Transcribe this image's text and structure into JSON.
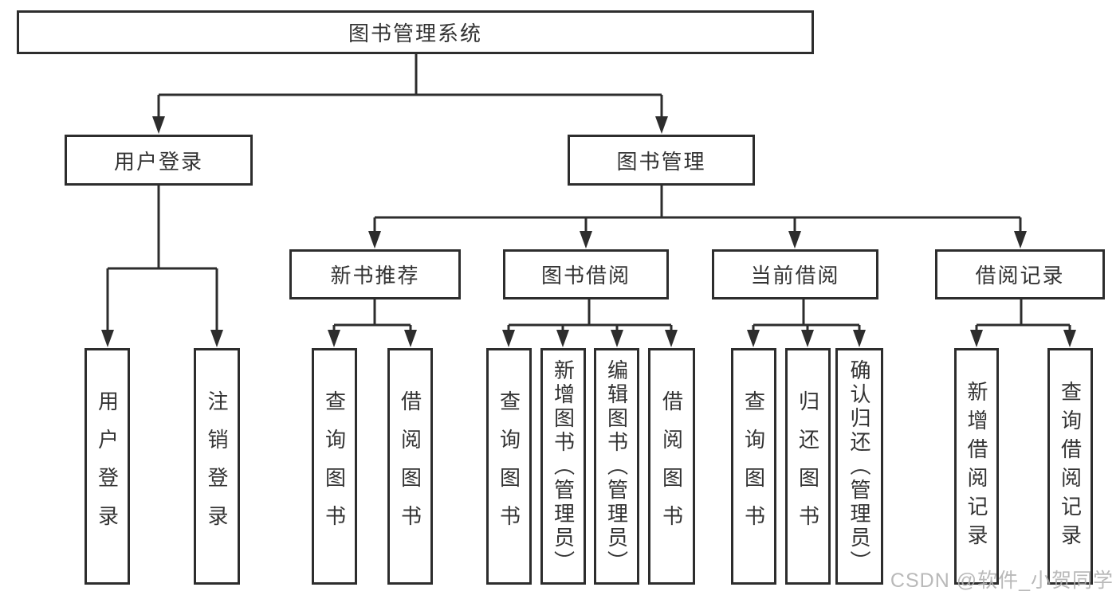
{
  "diagram": {
    "root": {
      "label": "图书管理系统"
    },
    "user_login": {
      "label": "用户登录",
      "children": {
        "login": {
          "label": "用户登录"
        },
        "logout": {
          "label": "注销登录"
        }
      }
    },
    "book_management": {
      "label": "图书管理",
      "children": {
        "new_book_recommend": {
          "label": "新书推荐",
          "children": {
            "query_books": {
              "label": "查询图书"
            },
            "borrow_books": {
              "label": "借阅图书"
            }
          }
        },
        "book_borrow": {
          "label": "图书借阅",
          "children": {
            "query_books": {
              "label": "查询图书"
            },
            "add_books": {
              "label": "新增图书（管理员）"
            },
            "edit_books": {
              "label": "编辑图书（管理员）"
            },
            "borrow_books": {
              "label": "借阅图书"
            }
          }
        },
        "current_borrow": {
          "label": "当前借阅",
          "children": {
            "query_books": {
              "label": "查询图书"
            },
            "return_books": {
              "label": "归还图书"
            },
            "confirm_return": {
              "label": "确认归还（管理员）"
            }
          }
        },
        "borrow_records": {
          "label": "借阅记录",
          "children": {
            "add_record": {
              "label": "新增借阅记录"
            },
            "query_record": {
              "label": "查询借阅记录"
            }
          }
        }
      }
    }
  },
  "watermark": {
    "text": "CSDN @软件_小贺同学"
  },
  "colors": {
    "line": "#2d2d2d",
    "box_border": "#2d2d2d",
    "text": "#333333",
    "watermark": "#afafaf",
    "background": "#ffffff"
  }
}
